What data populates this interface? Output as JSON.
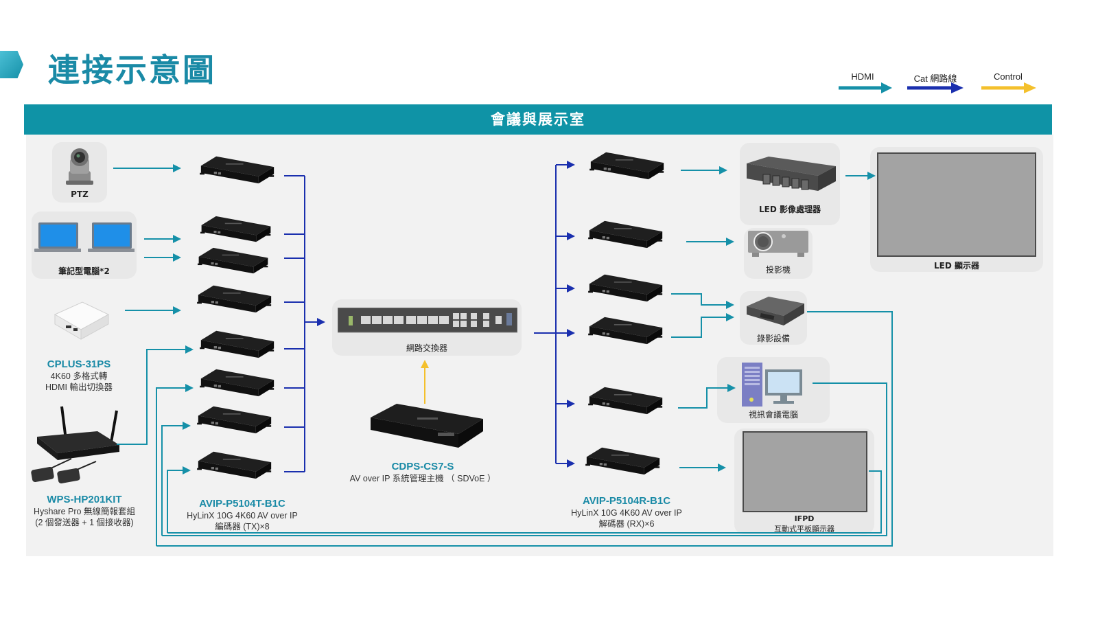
{
  "page": {
    "title": "連接示意圖",
    "banner": "會議與展示室"
  },
  "legend": [
    {
      "label": "HDMI",
      "color": "#1590a8"
    },
    {
      "label": "Cat 網路線",
      "color": "#1a2fae"
    },
    {
      "label": "Control",
      "color": "#f4c02c"
    }
  ],
  "colors": {
    "hdmi": "#1590a8",
    "cat": "#1a2fae",
    "control": "#f4c02c",
    "accent": "#1a8aa6"
  },
  "sources": {
    "ptz": {
      "label": "PTZ",
      "icon": "ptz-camera-icon"
    },
    "laptops": {
      "label": "筆記型電腦*2",
      "icon": "laptop-icon"
    },
    "cplus": {
      "name": "CPLUS-31PS",
      "desc1": "4K60 多格式轉",
      "desc2": "HDMI 輸出切換器",
      "icon": "switcher-box-icon"
    },
    "wps": {
      "name": "WPS-HP201KIT",
      "desc1": "Hyshare Pro 無線簡報套組",
      "desc2": "(2 個發送器 + 1 個接收器)",
      "icon": "wireless-presentation-icon"
    }
  },
  "encoders": {
    "name": "AVIP-P5104T-B1C",
    "desc1": "HyLinX 10G 4K60 AV over IP",
    "desc2": "編碼器 (TX)×8",
    "count": 8
  },
  "switch": {
    "label": "網路交換器",
    "icon": "network-switch-icon"
  },
  "controller": {
    "name": "CDPS-CS7-S",
    "desc": "AV over IP 系統管理主機 （ SDVoE ）",
    "icon": "controller-icon"
  },
  "decoders": {
    "name": "AVIP-P5104R-B1C",
    "desc1": "HyLinX 10G 4K60 AV over IP",
    "desc2": "解碼器 (RX)×6",
    "count": 6
  },
  "outputs": {
    "led_processor": {
      "label": "LED 影像處理器",
      "icon": "led-processor-icon"
    },
    "projector": {
      "label": "投影機",
      "icon": "projector-icon"
    },
    "recorder": {
      "label": "錄影設備",
      "icon": "recorder-icon"
    },
    "vc_pc": {
      "label": "視訊會議電腦",
      "icon": "desktop-pc-icon"
    },
    "led_display": {
      "label": "LED 顯示器",
      "icon": "led-display-icon"
    },
    "ifpd": {
      "label1": "IFPD",
      "label2": "互動式平板顯示器",
      "icon": "ifpd-icon"
    }
  }
}
